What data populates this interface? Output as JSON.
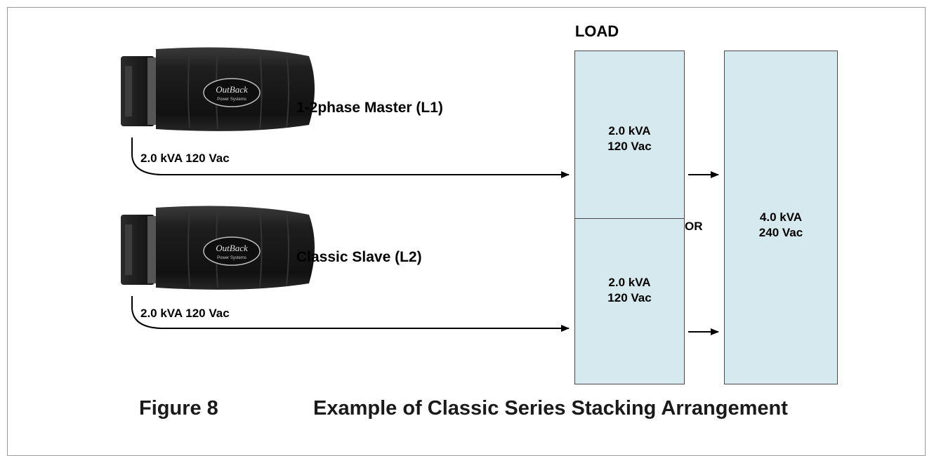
{
  "load": {
    "title": "LOAD",
    "top_box": {
      "line1": "2.0 kVA",
      "line2": "120 Vac"
    },
    "bottom_box": {
      "line1": "2.0 kVA",
      "line2": "120 Vac"
    },
    "combined_box": {
      "line1": "4.0 kVA",
      "line2": "240 Vac"
    },
    "or_label": "OR"
  },
  "units": [
    {
      "name": "1-2phase Master (L1)",
      "output": "2.0 kVA 120 Vac",
      "brand": "OutBack",
      "brand_sub": "Power Systems"
    },
    {
      "name": "Classic Slave (L2)",
      "output": "2.0 kVA 120 Vac",
      "brand": "OutBack",
      "brand_sub": "Power Systems"
    }
  ],
  "caption": {
    "number": "Figure 8",
    "title": "Example of Classic Series Stacking Arrangement"
  },
  "colors": {
    "load_fill": "#d5e9ef",
    "inverter_body": "#1b1b1b",
    "frame": "#9a9a9a"
  }
}
